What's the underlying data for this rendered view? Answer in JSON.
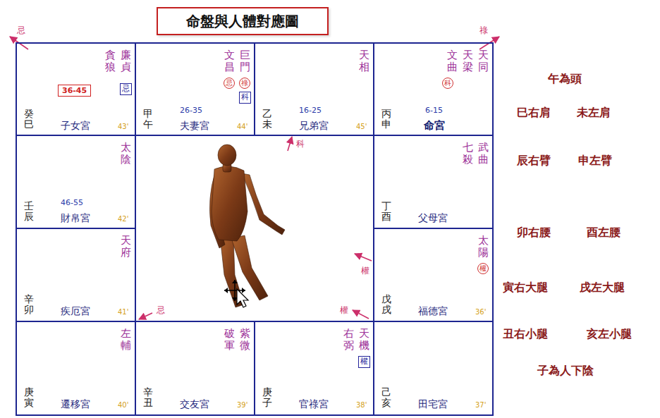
{
  "diagram": {
    "title": "命盤與人體對應圖",
    "nodes": [
      {
        "text": [
          "廉貞",
          "貪狼",
          "忌",
          "癸巳",
          "36-45",
          "子女宮",
          "43'"
        ]
      },
      {
        "text": [
          "巨門",
          "文昌",
          "祿",
          "忌",
          "科",
          "甲午",
          "26-35",
          "夫妻宮",
          "44'"
        ]
      },
      {
        "text": [
          "天相",
          "乙未",
          "16-25",
          "兄弟宮",
          "45'"
        ]
      },
      {
        "text": [
          "天同",
          "天梁",
          "文曲",
          "科",
          "丙申",
          "6-15",
          "命宮"
        ]
      },
      {
        "text": [
          "太陰",
          "壬辰",
          "46-55",
          "財帛宮",
          "42'"
        ]
      },
      {
        "text": [
          "武曲",
          "七殺",
          "丁酉",
          "父母宮"
        ]
      },
      {
        "text": [
          "天府",
          "辛卯",
          "疾厄宮",
          "41'"
        ]
      },
      {
        "text": [
          "太陽",
          "權",
          "戊戌",
          "福德宮",
          "36'"
        ]
      },
      {
        "text": [
          "左輔",
          "庚寅",
          "遷移宮",
          "40'"
        ]
      },
      {
        "text": [
          "紫微",
          "破軍",
          "辛丑",
          "交友宮",
          "39'"
        ]
      },
      {
        "text": [
          "天機",
          "右弼",
          "權",
          "庚子",
          "官祿宮",
          "38'"
        ]
      },
      {
        "text": [
          "己亥",
          "田宅宮",
          "37'"
        ]
      }
    ],
    "labels": [
      "忌",
      "祿",
      "科",
      "權",
      "忌",
      "權",
      "午為頭",
      "巳右肩",
      "未左肩",
      "辰右臂",
      "申左臂",
      "卯右腰",
      "酉左腰",
      "寅右大腿",
      "戌左大腿",
      "丑右小腿",
      "亥左小腿",
      "子為人下陰"
    ]
  }
}
